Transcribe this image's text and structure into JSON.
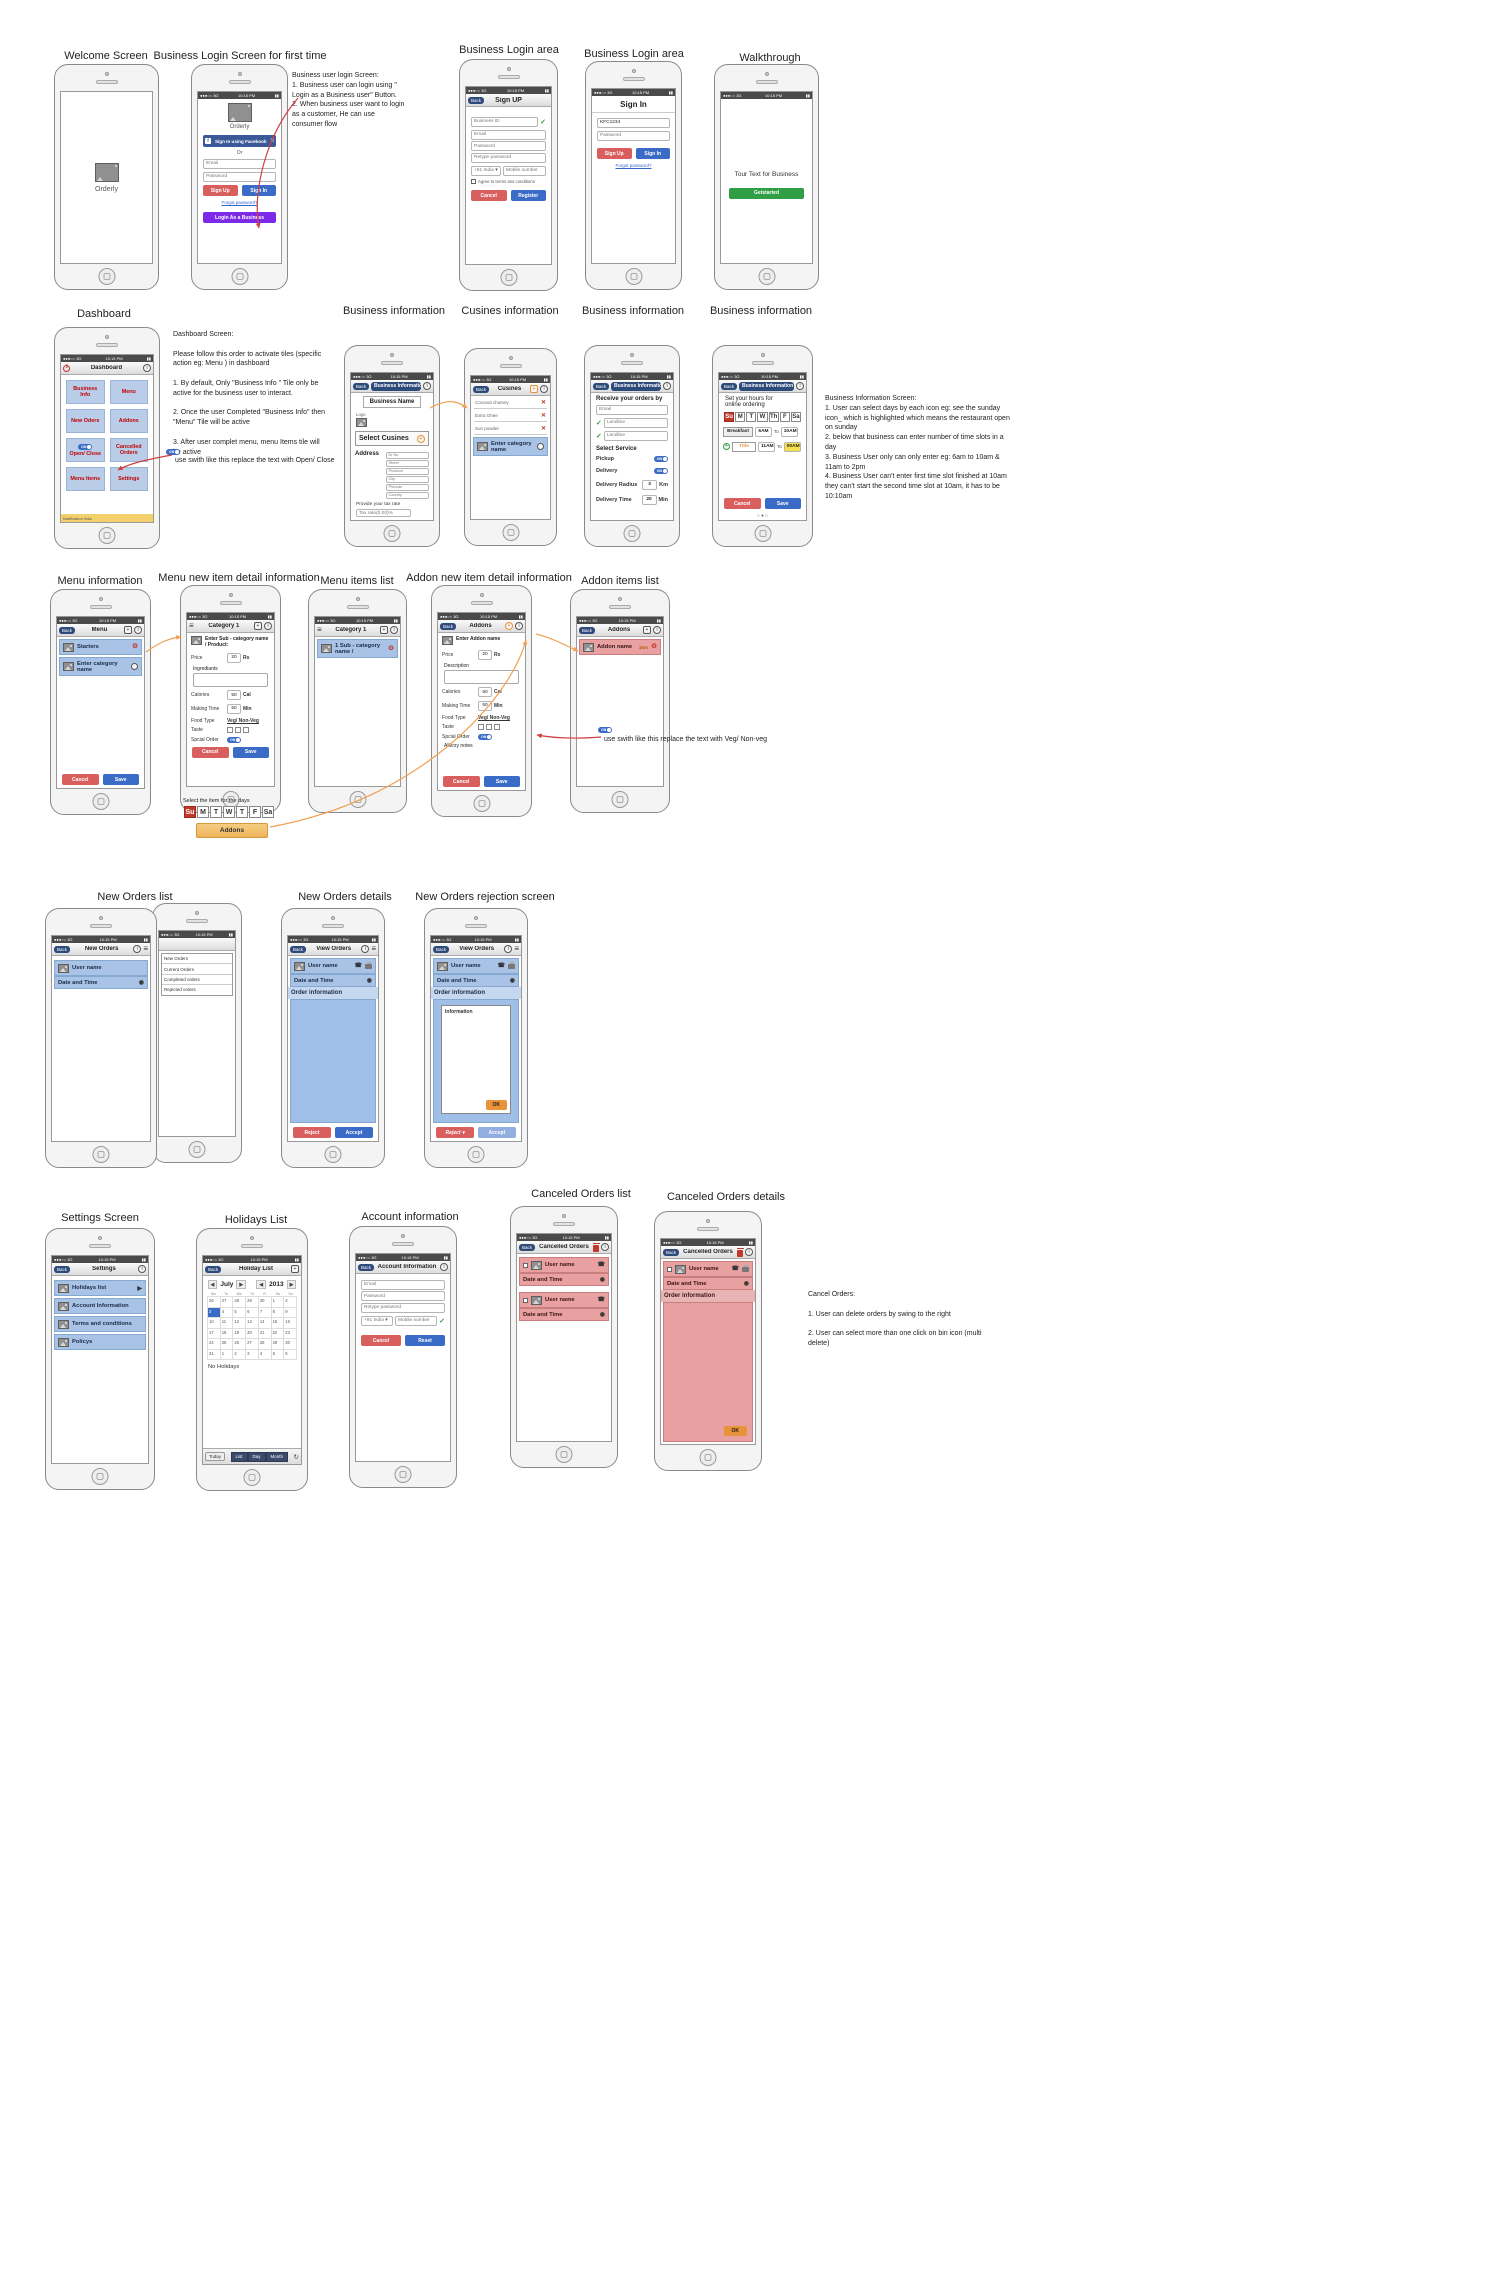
{
  "statusbar": {
    "carrier": "●●●○○ 3G",
    "time": "10:15 PM",
    "battery": "▮▮"
  },
  "screens": {
    "welcome": {
      "label": "Welcome Screen",
      "logo": "Orderly"
    },
    "login": {
      "label": "Business Login Screen for first time",
      "logo": "Orderly",
      "facebook": "Sign In using Facebook",
      "or": "Or",
      "email": "Email",
      "password": "Password",
      "signup": "Sign Up",
      "signin": "Sign In",
      "forgot": "Forgot password?",
      "business_login": "Login As a Business",
      "note": "Business user login Screen:\n1. Business user can login using \" Login as a Business user\" Button.\n2. When business user want to login as a customer, He can use consumer flow"
    },
    "signup": {
      "label": "Business Login area",
      "back": "Back",
      "title": "Sign UP",
      "business_id": "Business ID",
      "fields": [
        "Email",
        "Password",
        "Retype password"
      ],
      "country": "+91 India",
      "mobile": "Mobile number",
      "terms": "Agree to terms ans conditions",
      "cancel": "Cancel",
      "register": "Register"
    },
    "signin": {
      "label": "Business Login area",
      "title": "Sign In",
      "business_id": "KFC1234",
      "password": "Password",
      "signup": "Sign Up",
      "signin": "Sign In",
      "forgot": "Forgot password?"
    },
    "walkthrough": {
      "label": "Walkthrough",
      "tour": "Tour Text for Business",
      "getstarted": "Getstarted"
    },
    "dashboard": {
      "label": "Dashboard",
      "title": "Dashboard",
      "tiles": [
        "Business Info",
        "Menu",
        "New Oders",
        "Addons",
        "Open/ Close",
        "Cancelled Orders",
        "Menu Items",
        "Settings"
      ],
      "on": "ON",
      "notification": "Notification links",
      "note": "Dashboard Screen:\n\nPlease follow this order to activate tiles (specific action eg: Menu ) in dashboard\n\n1. By default, Only \"Business Info \" Tile only be active for the business user to interact.\n\n2. Once the user Completed \"Business Info\"  then \"Menu\" Tile will be active\n\n3. After user complet menu, menu Items tile will be active",
      "switch_note": "use swith like this replace the text with Open/ Close"
    },
    "bizinfo": {
      "label": "Business information",
      "back": "Back",
      "title": "Business Information",
      "business_name": "Business Name",
      "logo": "Logo",
      "select_cusines": "Select Cusines",
      "address": "Address",
      "address_fields": [
        "Dr No",
        "Street",
        "Province",
        "City",
        "Pincode",
        "Country"
      ],
      "tax_note": "Provide your tax rate",
      "tax": "Tax rate(0.00)%",
      "dots": "● ○ ○"
    },
    "cusines": {
      "label": "Cusines information",
      "back": "Back",
      "title": "Cusines",
      "items": [
        "Coconut chutney",
        "Extra Ghee",
        "Sun powder"
      ],
      "enter": "Enter category name"
    },
    "ordersby": {
      "label": "Business information",
      "back": "Back",
      "title": "Business Information",
      "receive": "Receive your orders by",
      "email": "Email",
      "landline1": "Landline",
      "landline2": "Landline",
      "select_service": "Select Service",
      "pickup": "Pickup",
      "delivery": "Delivery",
      "radius": "Delivery Radius",
      "radius_value": "3",
      "radius_unit": "Km",
      "dtime": "Delivery Time",
      "dtime_value": "20",
      "dtime_unit": "Min",
      "on": "ON"
    },
    "hours": {
      "label": "Business information",
      "back": "Back",
      "title": "Business Information",
      "heading": "Set your hours for online ordering",
      "days": [
        "Su",
        "M",
        "T",
        "W",
        "Th",
        "F",
        "Sa"
      ],
      "slot1_name": "Breakfast",
      "slot1_from": "6AM",
      "to_label": "To",
      "slot1_to": "10AM",
      "slot2_name": "Title",
      "slot2_from": "11AM",
      "slot2_to": "00AM",
      "cancel": "Cancel",
      "save": "Save",
      "dots": "○ ● ○",
      "note": "Business Information Screen:\n1. User can select days by each icon eg: see the sunday icon_ which is highlighted which means  the restaurant open on sunday\n2. below that business can enter number of time slots in a day\n3. Business User only can only enter eg: 6am to 10am & 11am to 2pm\n4. Business User can't enter first time slot finished at 10am they can't start the second time slot at 10am, it has to be 10:10am"
    },
    "menu": {
      "label": "Menu  information",
      "back": "Back",
      "title": "Menu",
      "row1": "Starters",
      "row2": "Enter category name",
      "cancel": "Cancel",
      "save": "Save"
    },
    "menuitem": {
      "label": "Menu  new item detail information",
      "title": "Category 1",
      "name": "Enter Sub - category name / Product:",
      "price": "Price",
      "price_value": "20",
      "price_unit": "Rs",
      "ingredients": "Ingrediants",
      "calories": "Calories",
      "calories_value": "50",
      "calories_unit": "Cal",
      "making": "Making Time",
      "making_value": "50",
      "making_unit": "Min",
      "food": "Food Type",
      "food_value": "Veg/ Non-Veg",
      "taste": "Taste",
      "special": "Spcial Order",
      "on": "ON",
      "cancel": "Cancel",
      "save": "Save",
      "days_heading": "Select the item for the days",
      "days": [
        "Su",
        "M",
        "T",
        "W",
        "T",
        "F",
        "Sa"
      ],
      "addons": "Addons"
    },
    "menulist": {
      "label": "Menu  items list",
      "title": "Category 1",
      "row": "1 Sub - category name /"
    },
    "addonitem": {
      "label": "Addon  new item detail information",
      "back": "Back",
      "title": "Addons",
      "name": "Enter Addon name",
      "price": "Price",
      "price_value": "20",
      "price_unit": "Rs",
      "description": "Description",
      "calories": "Calories",
      "calories_value": "50",
      "calories_unit": "Cal",
      "making": "Making Time",
      "making_value": "50",
      "making_unit": "Min",
      "food": "Food Type",
      "food_value": "Veg/ Non-Veg",
      "taste": "Taste",
      "special": "Spcial Order",
      "on": "ON",
      "allergy": "Allerzy notes",
      "cancel": "Cancel",
      "save": "Save"
    },
    "addonlist": {
      "label": "Addon  items list",
      "back": "Back",
      "title": "Addons",
      "row": "Addon name",
      "price": "15rs",
      "on": "ON",
      "switch_note": "use swith like this replace the text with Veg/ Non-veg"
    },
    "neworders": {
      "label": "New Orders list",
      "back": "Back",
      "title": "New Orders",
      "user": "User name",
      "datetime": "Date and Time",
      "dropdown": [
        "New Orders",
        "Current Orders",
        "Completed orders",
        "Rejected orders"
      ]
    },
    "orderdetails": {
      "label": "New Orders details",
      "back": "Back",
      "title": "View Orders",
      "user": "User name",
      "datetime": "Date and Time",
      "info": "Order information",
      "reject": "Reject",
      "accept": "Accept"
    },
    "rejection": {
      "label": "New Orders rejection screen",
      "back": "Back",
      "title": "View Orders",
      "user": "User name",
      "datetime": "Date and Time",
      "info": "Order information",
      "information": "Information",
      "ok": "OK",
      "reject": "Reject ▾",
      "accept": "Accept"
    },
    "settings": {
      "label": "Settings Screen",
      "back": "Back",
      "title": "Settings",
      "items": [
        "Holidays list",
        "Account Information",
        "Terms and conditions",
        "Policys"
      ]
    },
    "holidays": {
      "label": "Holidays List",
      "back": "Back",
      "title": "Holiday List",
      "month": "July",
      "year": "2013",
      "day_headers": [
        "Mo",
        "Tu",
        "We",
        "Th",
        "Fr",
        "Sa",
        "Su"
      ],
      "dates": [
        "26",
        "27",
        "28",
        "29",
        "30",
        "1",
        "2",
        "3",
        "4",
        "5",
        "6",
        "7",
        "8",
        "9",
        "10",
        "11",
        "12",
        "13",
        "14",
        "15",
        "16",
        "17",
        "18",
        "19",
        "20",
        "21",
        "22",
        "23",
        "24",
        "25",
        "26",
        "27",
        "28",
        "29",
        "30",
        "31",
        "1",
        "2",
        "3",
        "4",
        "5",
        "6"
      ],
      "no_holidays": "No Holidays",
      "today": "Today",
      "views": [
        "List",
        "Day",
        "Month"
      ]
    },
    "account": {
      "label": "Account information",
      "back": "Back",
      "title": "Account Information",
      "fields": [
        "Email",
        "Password",
        "Retype password"
      ],
      "country": "+91 India",
      "mobile": "Mobile number",
      "cancel": "Cancel",
      "reset": "Reset"
    },
    "cancelledlist": {
      "label": "Canceled Orders list",
      "back": "Back",
      "title": "Cancelled Orders",
      "user": "User name",
      "datetime": "Date and Time"
    },
    "cancelleddetails": {
      "label": "Canceled Orders details",
      "back": "Back",
      "title": "Cancelled Orders",
      "user": "User name",
      "datetime": "Date and Time",
      "info": "Order information",
      "ok": "OK",
      "note": "Cancel Orders:\n\n1. User can delete orders by swing to the right\n\n2. User can select more than one click on bin icon (multi delete)"
    }
  },
  "colors": {
    "blue_row": "#a9c3e6",
    "pink_row": "#e9a0a0",
    "red_btn": "#d95f5f",
    "blue_btn": "#3a6bc7",
    "green_btn": "#2f9e44",
    "purple_btn": "#7d2ae8",
    "orange": "#e8923a",
    "facebook": "#3b5998"
  }
}
